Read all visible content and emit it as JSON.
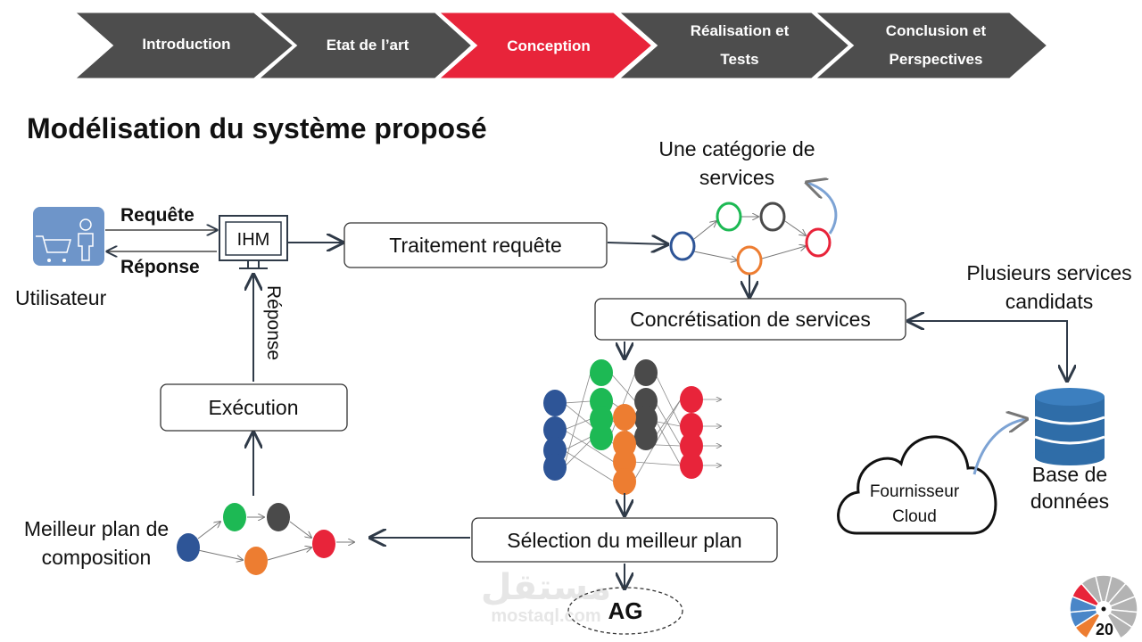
{
  "nav": {
    "steps": [
      {
        "label_lines": [
          "Introduction"
        ],
        "active": false
      },
      {
        "label_lines": [
          "Etat de l’art"
        ],
        "active": false
      },
      {
        "label_lines": [
          "Conception"
        ],
        "active": true
      },
      {
        "label_lines": [
          "Réalisation et",
          "Tests"
        ],
        "active": false
      },
      {
        "label_lines": [
          "Conclusion et",
          "Perspectives"
        ],
        "active": false
      }
    ],
    "colors": {
      "inactive": "#4d4d4d",
      "active": "#e8243a"
    }
  },
  "title": "Modélisation du système proposé",
  "diagram": {
    "user_label": "Utilisateur",
    "request_label": "Requête",
    "response_label": "Réponse",
    "ihm_label": "IHM",
    "vertical_response_label": "Réponse",
    "traitement": "Traitement requête",
    "category_lines": [
      "Une catégorie de",
      "services"
    ],
    "concretisation": "Concrétisation  de services",
    "candidates_lines": [
      "Plusieurs services",
      "candidats"
    ],
    "database_lines": [
      "Base de",
      "données"
    ],
    "cloud_lines": [
      "Fournisseur",
      "Cloud"
    ],
    "execution": "Exécution",
    "best_plan_lines": [
      "Meilleur plan de",
      "composition"
    ],
    "selection": "Sélection du meilleur plan",
    "ag": "AG",
    "node_colors": {
      "blue": "#2e5597",
      "green": "#1db954",
      "gray": "#4a4a4a",
      "orange": "#ed7d31",
      "red": "#e8243a"
    }
  },
  "watermark": {
    "arabic": "مستقل",
    "latin": "mostaql.com"
  },
  "page_number": "20"
}
